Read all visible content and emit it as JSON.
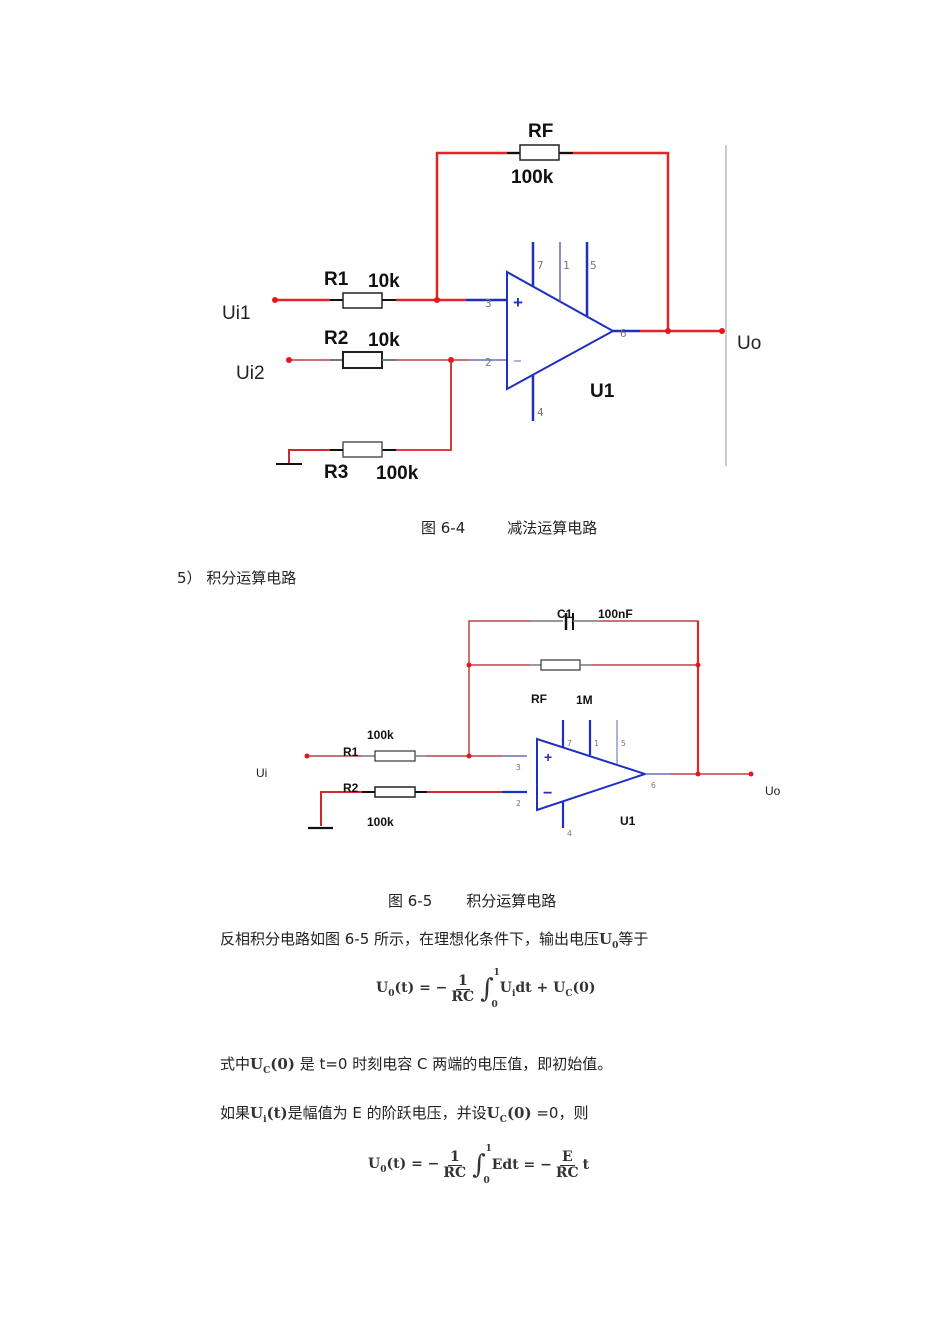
{
  "figure1": {
    "caption_num": "图 6-4",
    "caption_title": "减法运算电路",
    "labels": {
      "rf_name": "RF",
      "rf_value": "100k",
      "r1_name": "R1",
      "r1_value": "10k",
      "r2_name": "R2",
      "r2_value": "10k",
      "r3_name": "R3",
      "r3_value": "100k",
      "input1": "Ui1",
      "input2": "Ui2",
      "output": "Uo",
      "opamp": "U1",
      "pins": {
        "p7": "7",
        "p1": "1",
        "p5": "5",
        "p3": "3",
        "p2": "2",
        "p6": "6",
        "p4": "4"
      },
      "plus": "+",
      "minus": "−"
    }
  },
  "section5_heading": "5） 积分运算电路",
  "figure2": {
    "caption_num": "图 6-5",
    "caption_title": "积分运算电路",
    "labels": {
      "c1_name": "C1",
      "c1_value": "100nF",
      "rf_name": "RF",
      "rf_value": "1M",
      "r1_name": "R1",
      "r1_value": "100k",
      "r2_name": "R2",
      "r2_value": "100k",
      "input": "Ui",
      "output": "Uo",
      "opamp": "U1",
      "pins": {
        "p7": "7",
        "p1": "1",
        "p5": "5",
        "p3": "3",
        "p2": "2",
        "p6": "6",
        "p4": "4"
      },
      "plus": "+",
      "minus": "−"
    }
  },
  "paragraphs": {
    "p1_before": "反相积分电路如图 6-5 所示，在理想化条件下，输出电压",
    "p1_sym": "U",
    "p1_sym_sub": "0",
    "p1_after": "等于",
    "p2_before": "式中",
    "p2_sym": "U",
    "p2_sym_sub": "C",
    "p2_sym_arg": "(0)",
    "p2_after": " 是 t=0 时刻电容 C 两端的电压值，即初始值。",
    "p3_before": "如果",
    "p3_sym": "U",
    "p3_sym_sub": "i",
    "p3_sym_arg": "(t)",
    "p3_mid": "是幅值为  E 的阶跃电压，并设",
    "p3_sym2": "U",
    "p3_sym2_sub": "C",
    "p3_sym2_arg": "(0)",
    "p3_after": " =0，则"
  },
  "formula1": {
    "lhs": "U",
    "lhs_sub": "0",
    "lhs_arg": "(t) = −",
    "frac_num": "1",
    "frac_den": "RC",
    "int_upper": "1",
    "int_lower": "0",
    "integrand": "U",
    "integrand_sub": "i",
    "integrand_rest": "dt + U",
    "tail_sub": "C",
    "tail": "(0)"
  },
  "formula2": {
    "lhs": "U",
    "lhs_sub": "0",
    "lhs_arg": "(t) = −",
    "frac_num": "1",
    "frac_den": "RC",
    "int_upper": "1",
    "int_lower": "0",
    "integrand": "Edt = −",
    "frac2_num": "E",
    "frac2_den": "RC",
    "tail": "t"
  },
  "colors": {
    "wire_red": "#e0262a",
    "wire_dark_red": "#b5474a",
    "opamp_blue": "#1f2fbf",
    "node_red": "#e8161c"
  }
}
